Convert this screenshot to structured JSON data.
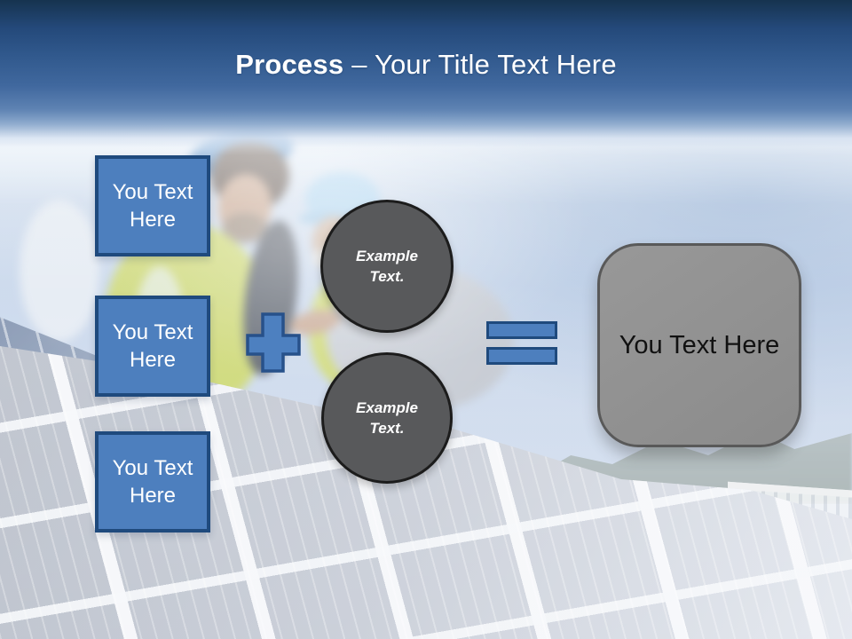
{
  "slide": {
    "title": {
      "bold": "Process",
      "rest": "– Your Title Text Here"
    },
    "left_boxes": [
      {
        "label": "You Text Here"
      },
      {
        "label": "You Text Here"
      },
      {
        "label": "You Text Here"
      }
    ],
    "example_circles": [
      {
        "label": "Example Text."
      },
      {
        "label": "Example Text."
      }
    ],
    "operators": {
      "plus": "+",
      "equals": "="
    },
    "result_box": {
      "label": "You Text Here"
    },
    "colors": {
      "accent_blue": "#4D7FBE",
      "accent_blue_border": "#1F4A7D",
      "circle_gray": "#58595B",
      "circle_border": "#1C1C1C",
      "result_gray": "#8B8B8B",
      "result_border": "#595959",
      "header_navy": "#16334F",
      "title_text": "#FFFFFF"
    }
  }
}
